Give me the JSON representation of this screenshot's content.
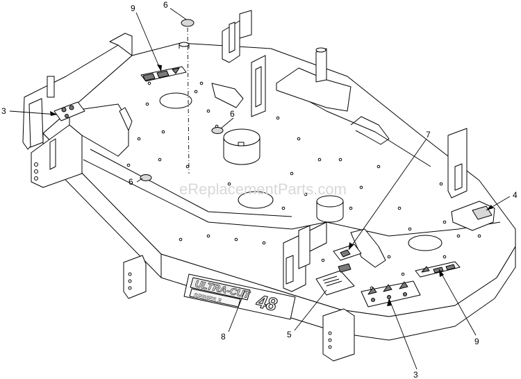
{
  "watermark": "eReplacementParts.com",
  "deck_logo": {
    "brand": "ULTRA-CUT",
    "series": "SERIES 3",
    "size": "48"
  },
  "callouts": [
    {
      "id": "callout-9-top",
      "label": "9"
    },
    {
      "id": "callout-6-top",
      "label": "6"
    },
    {
      "id": "callout-3-left",
      "label": "3"
    },
    {
      "id": "callout-6-mid",
      "label": "6"
    },
    {
      "id": "callout-6-left",
      "label": "6"
    },
    {
      "id": "callout-7",
      "label": "7"
    },
    {
      "id": "callout-4",
      "label": "4"
    },
    {
      "id": "callout-8",
      "label": "8"
    },
    {
      "id": "callout-5",
      "label": "5"
    },
    {
      "id": "callout-3-bottom",
      "label": "3"
    },
    {
      "id": "callout-9-bottom",
      "label": "9"
    }
  ],
  "colors": {
    "line": "#000000",
    "fill": "#ffffff",
    "watermark": "#d8d8d8",
    "decal_gray": "#7a7a7a"
  }
}
